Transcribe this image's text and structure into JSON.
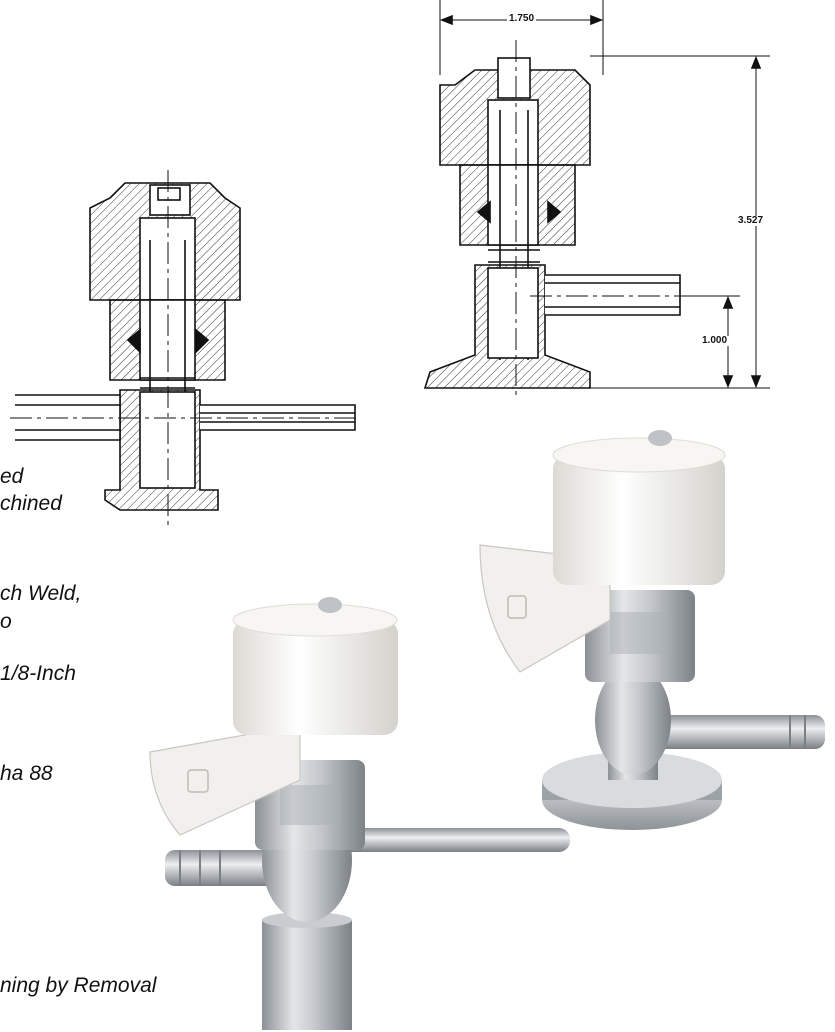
{
  "fragments": [
    "ed",
    "chined",
    "ch Weld,",
    "o",
    "1/8-Inch",
    "ha 88",
    "ning by Removal"
  ],
  "dimensions": {
    "width_top": "1.750",
    "height_total": "3.527",
    "height_outlet": "1.000"
  },
  "colors": {
    "line": "#111111",
    "steel": "#b9bec2",
    "cap": "#f3f2ee"
  }
}
